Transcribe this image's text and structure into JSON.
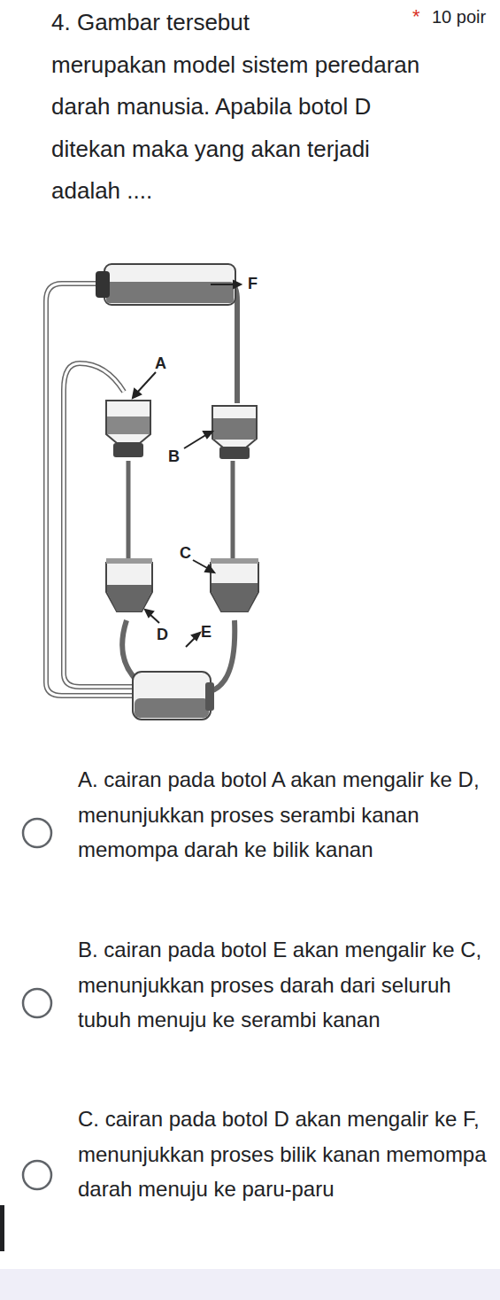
{
  "diagram": {
    "title": "4. Gambar tersebut merupakan model sistem peredaran darah manusia. Apabila botol D ditekan maka yang akan terjadi adalah ....",
    "labels": [
      "*",
      "10 poir",
      "F",
      "A",
      "B",
      "C",
      "D",
      "E",
      "A. cairan pada botol A akan mengalir ke D, menunjukkan proses serambi kanan memompa darah ke bilik kanan",
      "B. cairan pada botol E akan mengalir ke C, menunjukkan proses darah dari seluruh tubuh menuju ke serambi kanan",
      "C. cairan pada botol D akan mengalir ke F, menunjukkan proses bilik kanan memompa darah menuju ke paru-paru"
    ]
  }
}
